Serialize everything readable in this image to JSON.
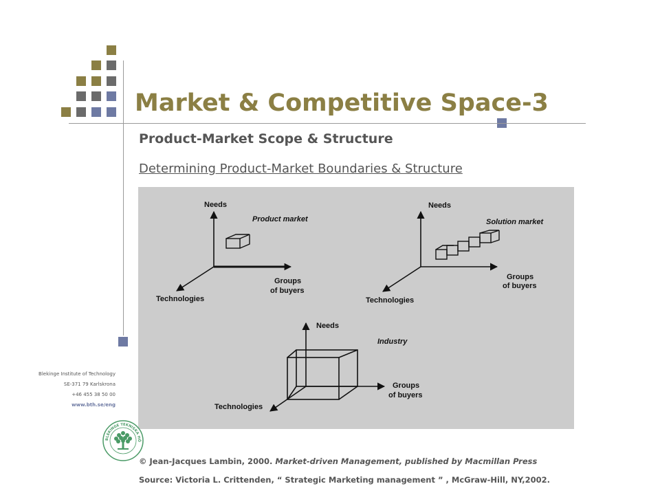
{
  "slide": {
    "title": "Market & Competitive Space-3",
    "subtitle": "Product-Market Scope & Structure",
    "link_text": "Determining Product-Market Boundaries & Structure"
  },
  "figure": {
    "diagram_product": {
      "needs_label": "Needs",
      "market_label": "Product market",
      "groups_line1": "Groups",
      "groups_line2": "of buyers",
      "technologies_label": "Technologies"
    },
    "diagram_solution": {
      "needs_label": "Needs",
      "market_label": "Solution market",
      "groups_line1": "Groups",
      "groups_line2": "of buyers",
      "technologies_label": "Technologies"
    },
    "diagram_industry": {
      "needs_label": "Needs",
      "market_label": "Industry",
      "groups_line1": "Groups",
      "groups_line2": "of buyers",
      "technologies_label": "Technologies"
    }
  },
  "institution": {
    "name": "Blekinge Institute of Technology",
    "postal": "SE-371 79 Karlskrona",
    "phone": "+46 455 38 50 00",
    "web": "www.bth.se/eng",
    "logo_icon": "bth-tree-seal-icon",
    "logo_text": "BLEKINGE TEKNISKA HÖGSKOLA · BTH ·"
  },
  "credits": {
    "line1_prefix": "© Jean-Jacques Lambin, 2000. ",
    "line1_book": "Market-driven Management, published by Macmillan Press",
    "line2": "Source:  Victoria L. Crittenden, “ Strategic Marketing management ” , McGraw-Hill, NY,2002."
  },
  "colors": {
    "olive": "#8b7f44",
    "grey": "#6b6b6b",
    "blue": "#6e7aa3",
    "figure_bg": "#cccccc",
    "text": "#555555"
  }
}
